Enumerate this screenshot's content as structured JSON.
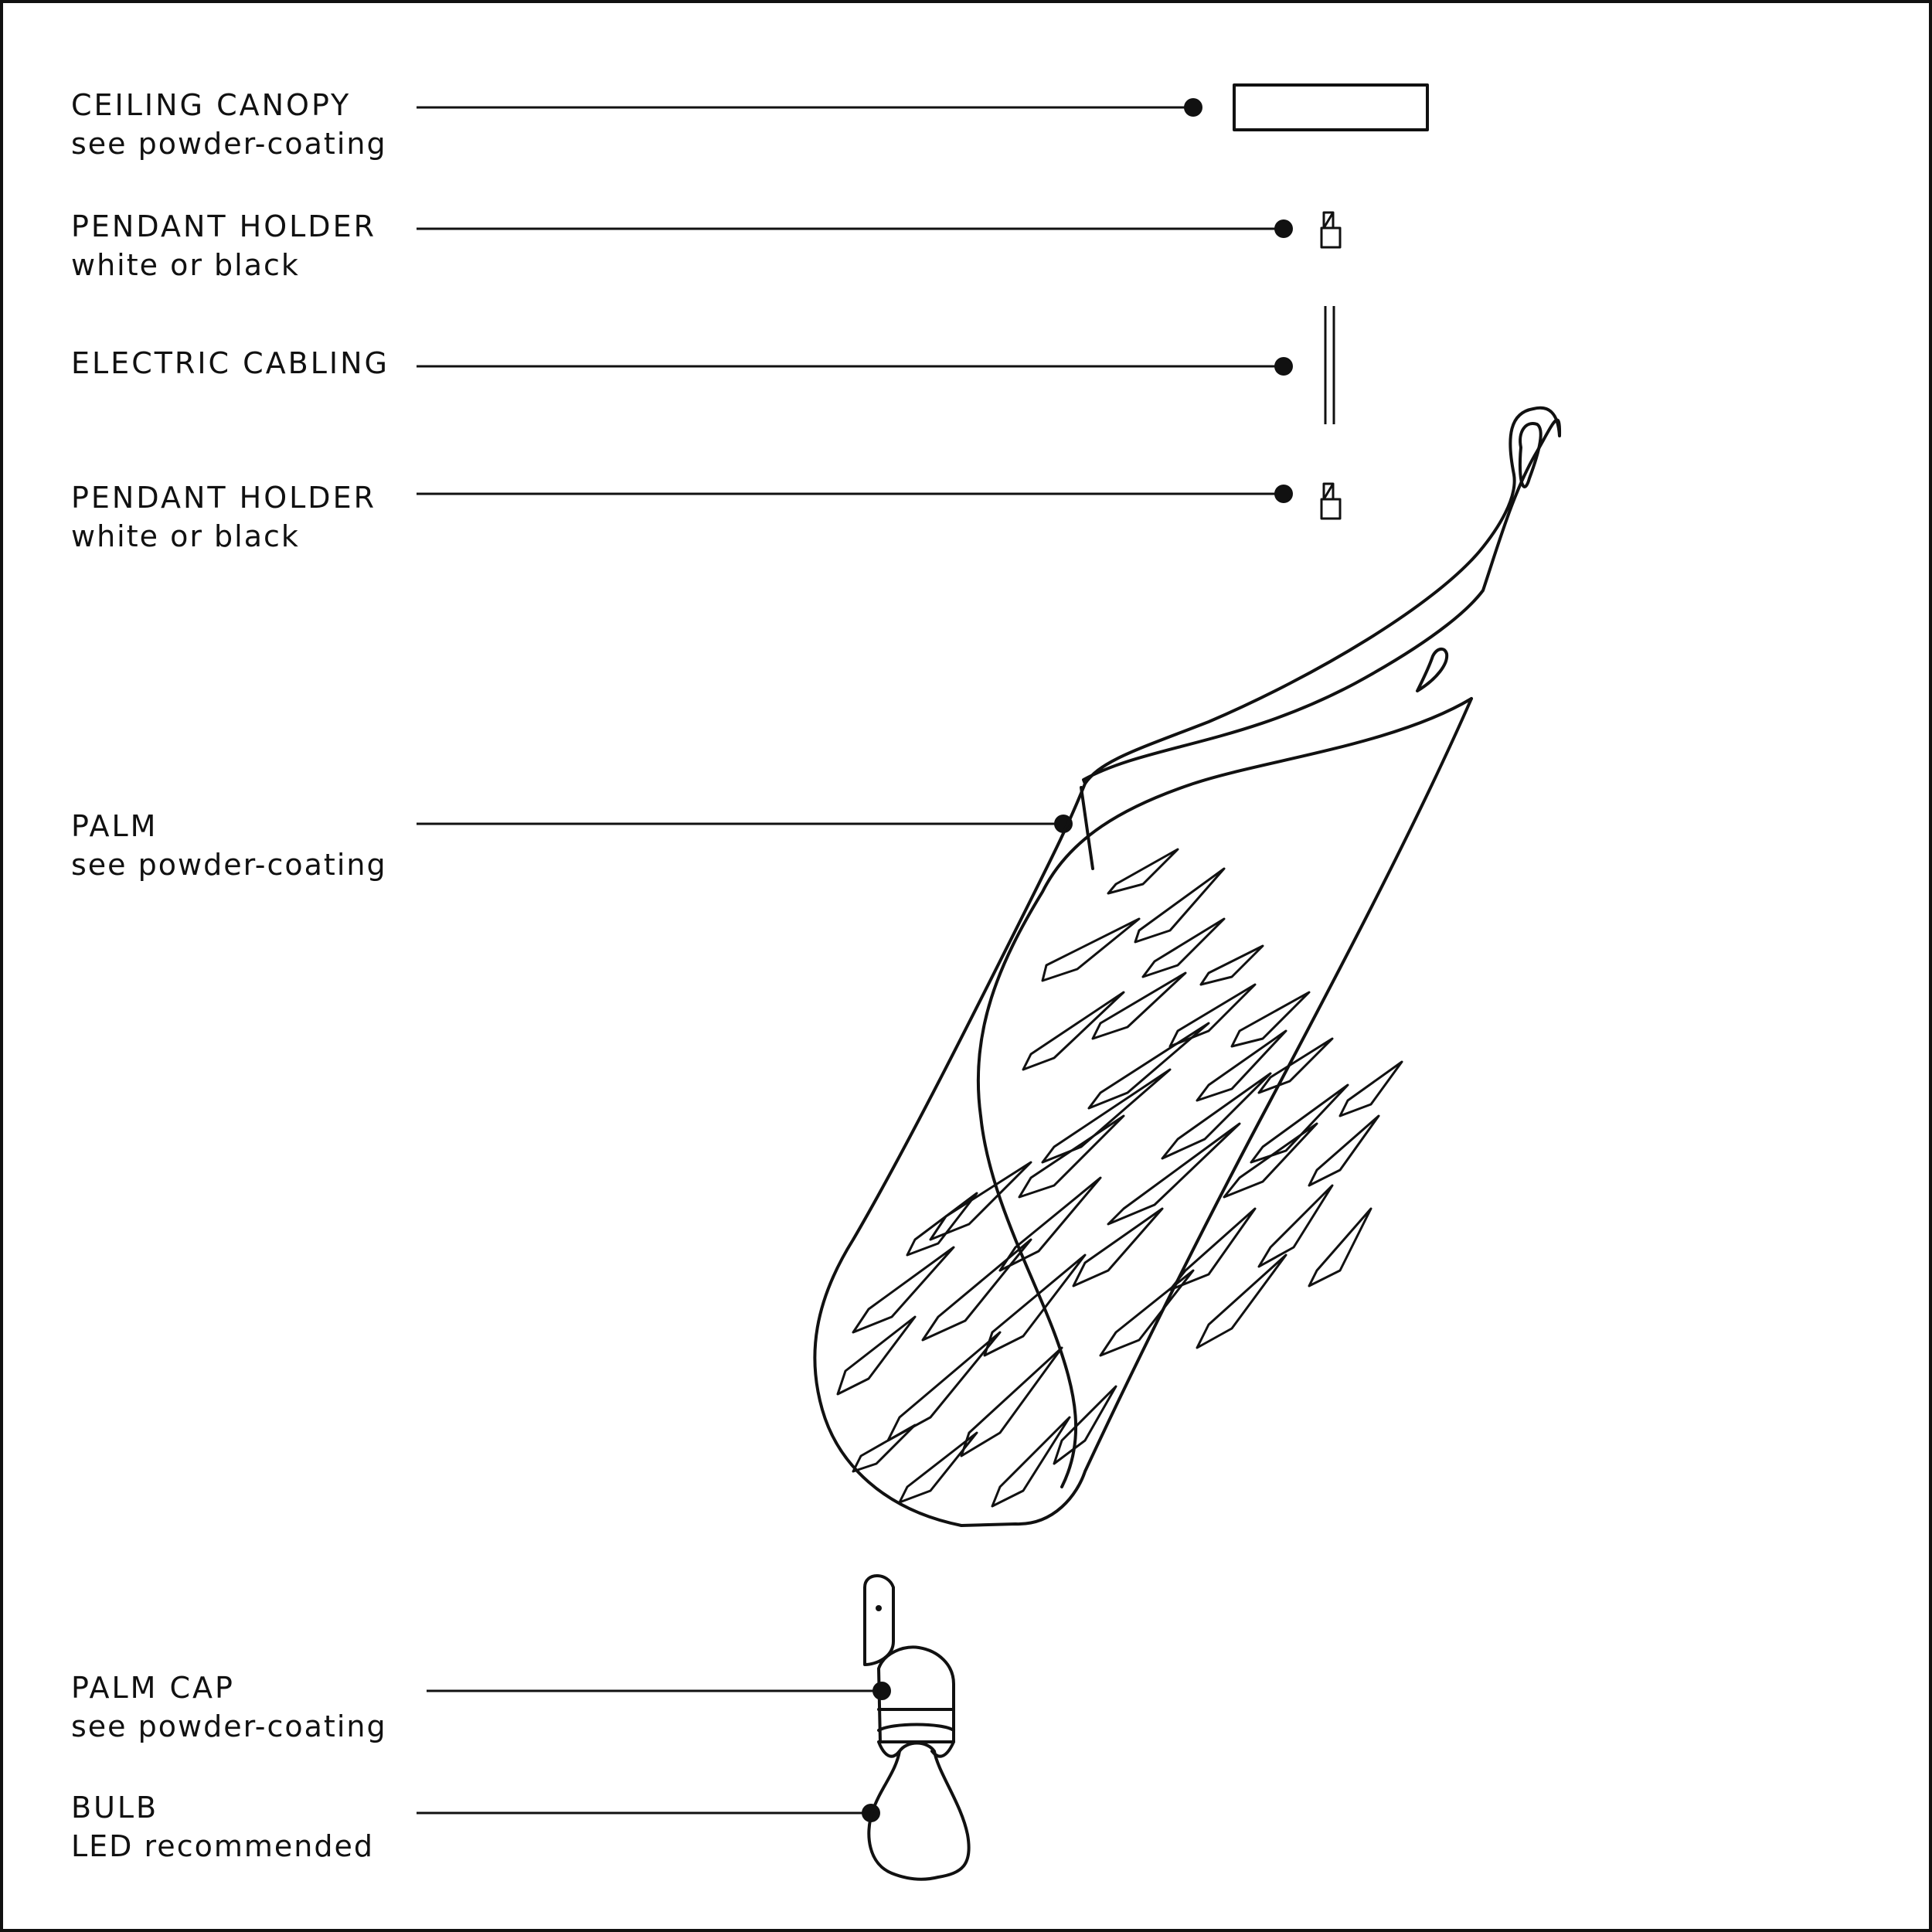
{
  "labels": {
    "ceiling_canopy": {
      "title": "CEILING CANOPY",
      "sub": "see powder-coating"
    },
    "pendant_holder_top": {
      "title": "PENDANT HOLDER",
      "sub": "white or black"
    },
    "electric_cabling": {
      "title": "ELECTRIC CABLING"
    },
    "pendant_holder_bottom": {
      "title": "PENDANT HOLDER",
      "sub": "white or black"
    },
    "palm": {
      "title": "PALM",
      "sub": "see powder-coating"
    },
    "palm_cap": {
      "title": "PALM CAP",
      "sub": "see powder-coating"
    },
    "bulb": {
      "title": "BULB",
      "sub": "LED recommended"
    }
  },
  "colors": {
    "line": "#111111",
    "background": "#ffffff"
  }
}
